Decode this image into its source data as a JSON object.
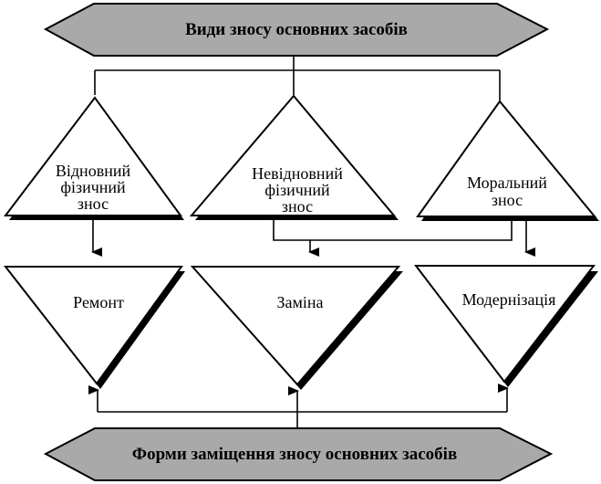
{
  "top_banner": {
    "label": "Види зносу основних засобів",
    "fill": "#a9a9a9"
  },
  "bottom_banner": {
    "label": "Форми заміщення зносу основних засобів",
    "fill": "#a9a9a9"
  },
  "wear_types": [
    {
      "id": "restorable",
      "lines": [
        "Відновний",
        "фізичний",
        "знос"
      ]
    },
    {
      "id": "nonrestorable",
      "lines": [
        "Невідновний",
        "фізичний",
        "знос"
      ]
    },
    {
      "id": "moral",
      "lines": [
        "Моральний",
        "знос"
      ]
    }
  ],
  "replacement_forms": [
    {
      "id": "repair",
      "label": "Ремонт"
    },
    {
      "id": "replacement",
      "label": "Заміна"
    },
    {
      "id": "modernization",
      "label": "Модернізація"
    }
  ],
  "colors": {
    "shape_fill": "#ffffff",
    "shadow": "#000000",
    "stroke": "#000000"
  }
}
